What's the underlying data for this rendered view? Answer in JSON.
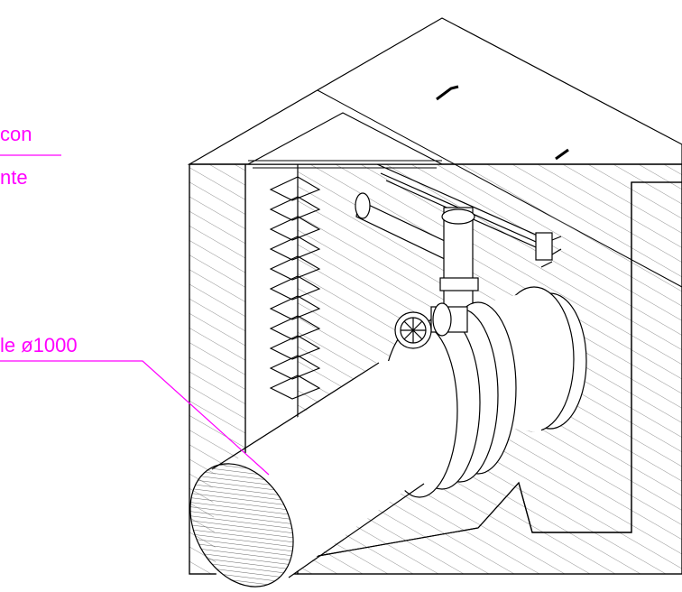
{
  "callouts": {
    "top_line1": "con",
    "top_line2": "nte",
    "pipe_label": "le ø1000"
  },
  "colors": {
    "annotation": "#ff00ff",
    "line": "#000000",
    "hatch": "#666666",
    "background": "#ffffff"
  }
}
